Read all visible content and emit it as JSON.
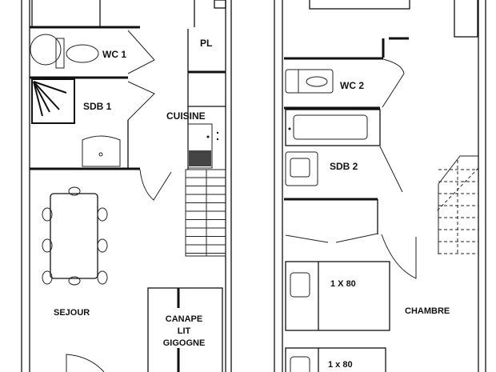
{
  "plan": {
    "ground_floor": {
      "wc": "WC 1",
      "closet": "PL",
      "bathroom": "SDB 1",
      "kitchen": "CUISINE",
      "living": "SEJOUR",
      "sofa": [
        "CANAPE",
        "LIT",
        "GIGOGNE"
      ]
    },
    "upper_floor": {
      "wc": "WC 2",
      "bathroom": "SDB 2",
      "bedroom": "CHAMBRE",
      "bed_1": "1 X 80",
      "bed_2": "1 x 80"
    }
  }
}
